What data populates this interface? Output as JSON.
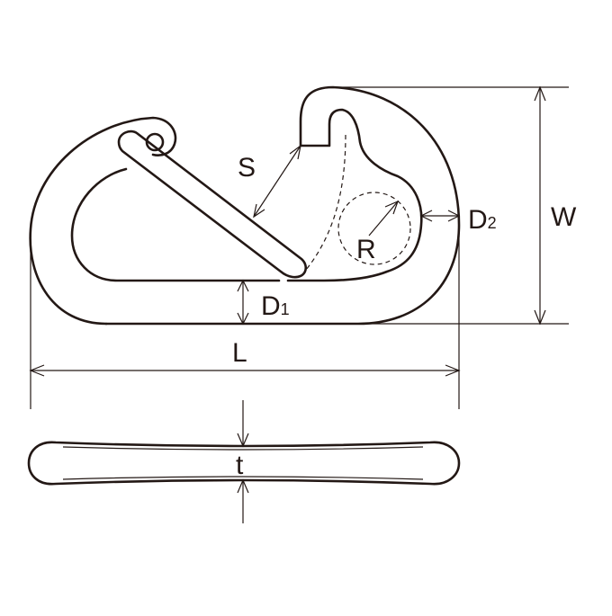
{
  "labels": {
    "s": "S",
    "r": "R",
    "d1_main": "D",
    "d1_sub": "1",
    "d2_main": "D",
    "d2_sub": "2",
    "w": "W",
    "l": "L",
    "t": "t"
  },
  "colors": {
    "stroke": "#231815",
    "background": "#ffffff"
  }
}
